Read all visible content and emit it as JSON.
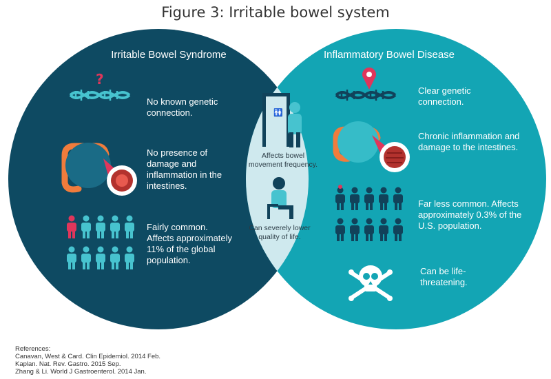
{
  "title": "Figure 3: Irritable bowel system",
  "colors": {
    "ibs_circle": "#0e4a62",
    "ibd_circle": "#13a5b4",
    "overlap": "#cfe9ee",
    "icon_teal": "#47c3cf",
    "icon_dark": "#11425a",
    "accent_red": "#e0365b",
    "colon_orange": "#f07c3c"
  },
  "left": {
    "heading": "Irritable Bowel Syndrome",
    "items": [
      {
        "icon": "dna-question-icon",
        "text": "No known genetic connection."
      },
      {
        "icon": "colon-magnified-icon",
        "text": "No presence of damage and inflammation in the intestines."
      },
      {
        "icon": "people-group-icon",
        "text": "Fairly common. Affects approximately 11% of the global population."
      }
    ]
  },
  "right": {
    "heading": "Inflammatory Bowel Disease",
    "items": [
      {
        "icon": "dna-pin-icon",
        "text": "Clear genetic connection."
      },
      {
        "icon": "colon-inflamed-icon",
        "text": "Chronic inflammation and damage to the intestines."
      },
      {
        "icon": "people-group-icon",
        "text": "Far less common. Affects approximately 0.3% of the U.S. population."
      },
      {
        "icon": "skull-crossbones-icon",
        "text": "Can be life-threatening."
      }
    ]
  },
  "overlap": {
    "items": [
      {
        "icon": "restroom-door-icon",
        "text": "Affects bowel movement frequency."
      },
      {
        "icon": "person-thinking-icon",
        "text": "Can severely lower quality of life."
      }
    ]
  },
  "references": {
    "label": "References:",
    "items": [
      "Canavan, West & Card. Clin Epidemiol. 2014 Feb.",
      "Kaplan. Nat. Rev. Gastro. 2015 Sep.",
      " Zhang & Li. World J Gastroenterol. 2014 Jan."
    ]
  }
}
